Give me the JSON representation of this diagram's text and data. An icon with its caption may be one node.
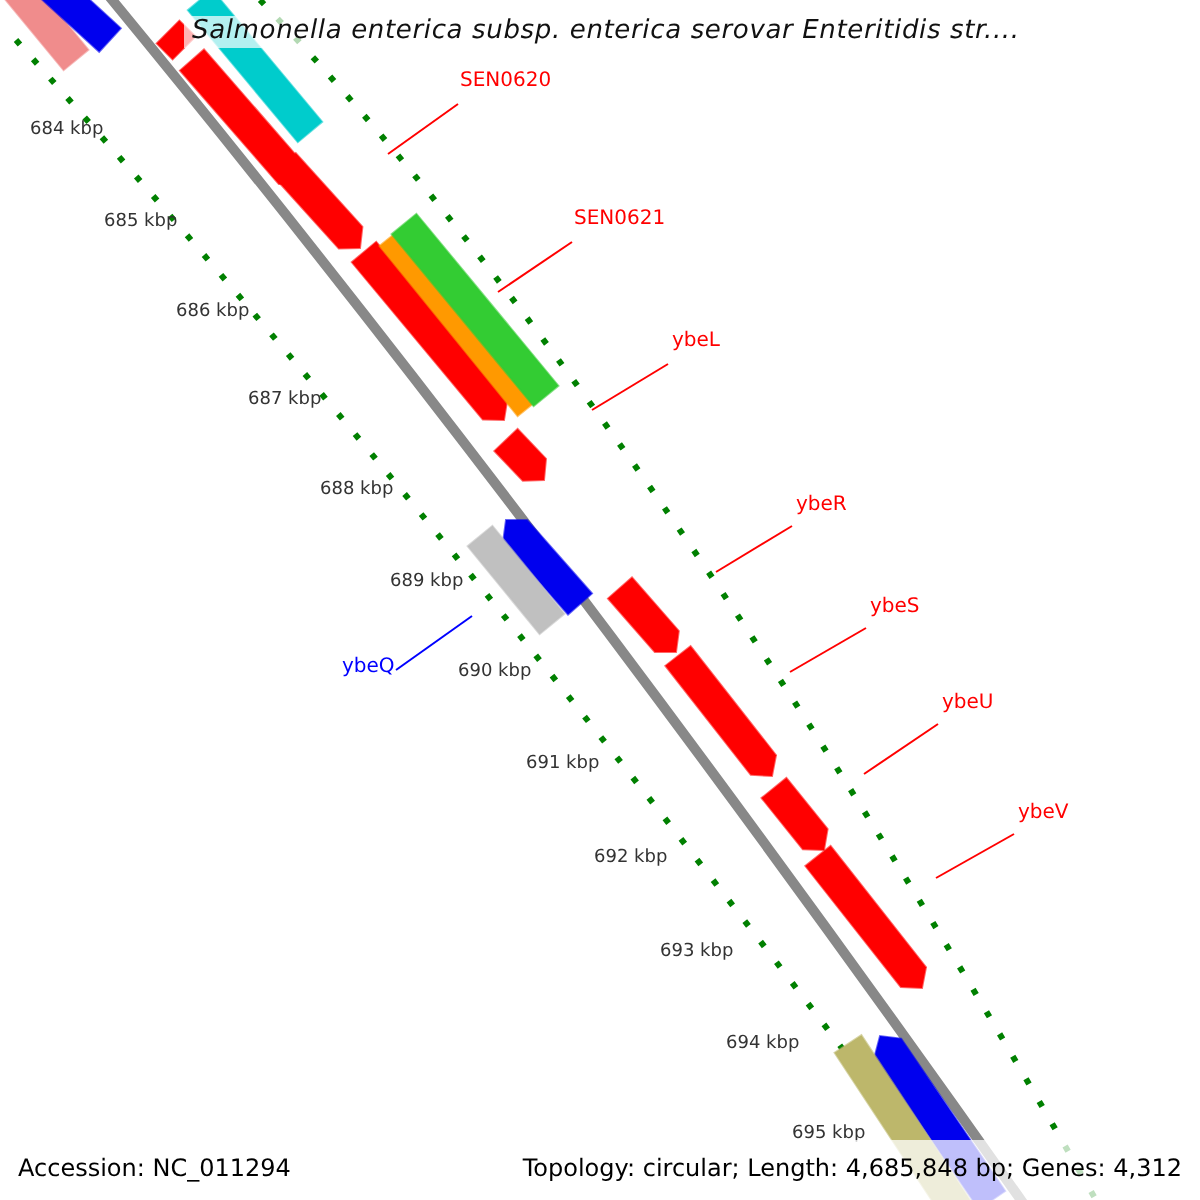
{
  "diagram": {
    "title": "Salmonella enterica subsp. enterica serovar Enteritidis str....",
    "nodes": [
      {
        "text": [
          "SEN0620"
        ]
      },
      {
        "text": [
          "SEN0621"
        ]
      },
      {
        "text": [
          "ybeL"
        ]
      },
      {
        "text": [
          "ybeR"
        ]
      },
      {
        "text": [
          "ybeS"
        ]
      },
      {
        "text": [
          "ybeU"
        ]
      },
      {
        "text": [
          "ybeV"
        ]
      },
      {
        "text": [
          "ybeQ"
        ]
      }
    ],
    "edges": [
      {
        "from": 0,
        "to": null,
        "arrow": "none"
      },
      {
        "from": 1,
        "to": null,
        "arrow": "none"
      },
      {
        "from": 2,
        "to": null,
        "arrow": "none"
      },
      {
        "from": 3,
        "to": null,
        "arrow": "none"
      },
      {
        "from": 4,
        "to": null,
        "arrow": "none"
      },
      {
        "from": 5,
        "to": null,
        "arrow": "none"
      },
      {
        "from": 6,
        "to": null,
        "arrow": "none"
      },
      {
        "from": 7,
        "to": null,
        "arrow": "none",
        "color": "#0000ff"
      }
    ],
    "labels": [
      "684 kbp",
      "685 kbp",
      "686 kbp",
      "687 kbp",
      "688 kbp",
      "689 kbp",
      "690 kbp",
      "691 kbp",
      "692 kbp",
      "693 kbp",
      "694 kbp",
      "695 kbp",
      "Accession: NC_011294",
      "Topology: circular; Length: 4,685,848 bp; Genes: 4,312"
    ]
  }
}
